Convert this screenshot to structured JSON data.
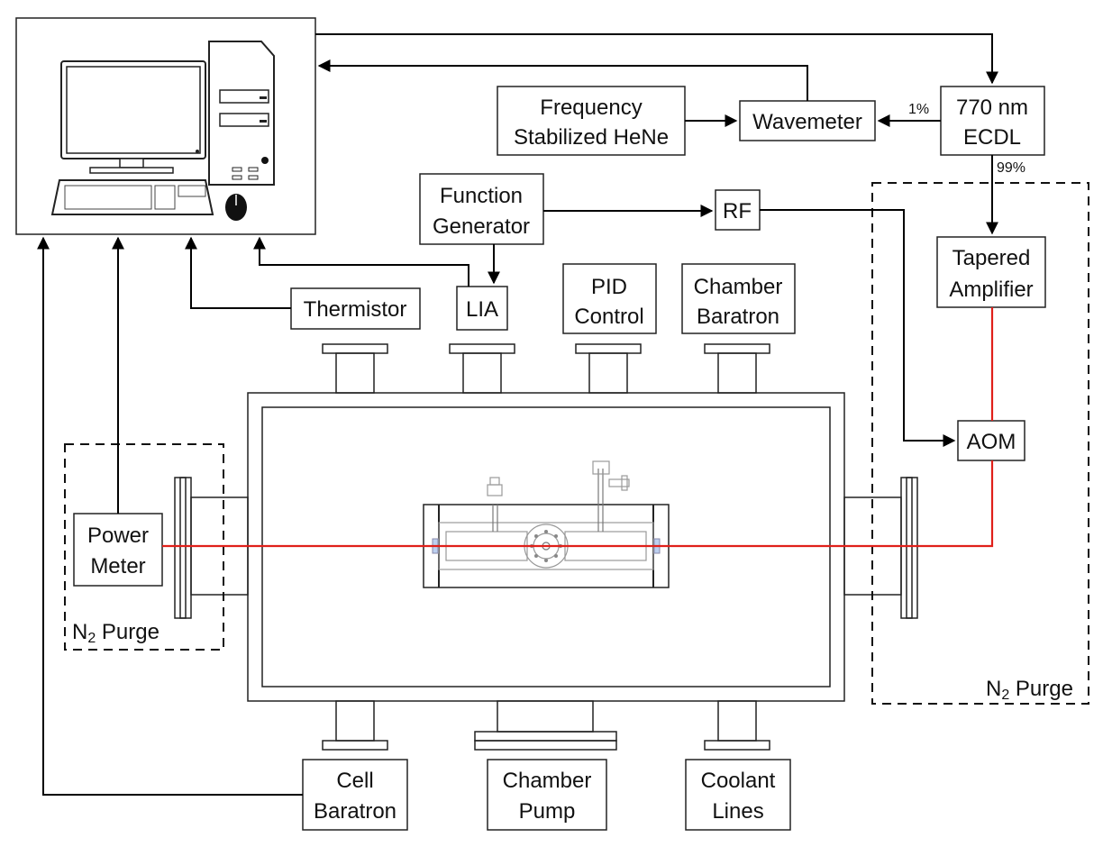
{
  "labels": {
    "hene_1": "Frequency",
    "hene_2": "Stabilized HeNe",
    "wavemeter": "Wavemeter",
    "ecdl_1": "770 nm",
    "ecdl_2": "ECDL",
    "pct_1": "1%",
    "pct_99": "99%",
    "funcgen_1": "Function",
    "funcgen_2": "Generator",
    "rf": "RF",
    "lia": "LIA",
    "thermistor": "Thermistor",
    "pid_1": "PID",
    "pid_2": "Control",
    "chbaratron_1": "Chamber",
    "chbaratron_2": "Baratron",
    "ta_1": "Tapered",
    "ta_2": "Amplifier",
    "aom": "AOM",
    "powermeter_1": "Power",
    "powermeter_2": "Meter",
    "purge_left_n": "N",
    "purge_left_sub": "2",
    "purge_left_word": " Purge",
    "purge_right_n": "N",
    "purge_right_sub": "2",
    "purge_right_word": " Purge",
    "cellbaratron_1": "Cell",
    "cellbaratron_2": "Baratron",
    "chpump_1": "Chamber",
    "chpump_2": "Pump",
    "coolant_1": "Coolant",
    "coolant_2": "Lines"
  },
  "colors": {
    "laser": "#e0201a",
    "lines": "#000000"
  }
}
